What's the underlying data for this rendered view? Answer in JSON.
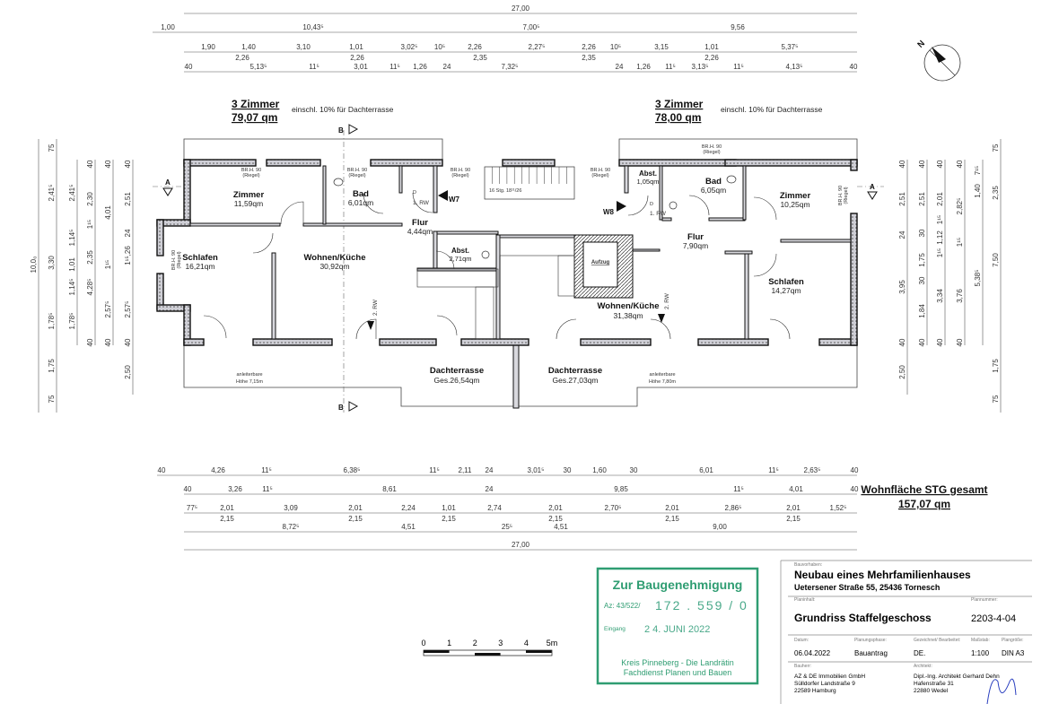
{
  "units": [
    {
      "title": "3 Zimmer",
      "area": "79,07 qm",
      "note": "einschl. 10% für Dachterrasse"
    },
    {
      "title": "3 Zimmer",
      "area": "78,00 qm",
      "note": "einschl. 10% für Dachterrasse"
    }
  ],
  "rooms_left": {
    "zimmer": {
      "name": "Zimmer",
      "area": "11,59qm"
    },
    "bad": {
      "name": "Bad",
      "area": "6,01qm"
    },
    "flur": {
      "name": "Flur",
      "area": "4,44qm"
    },
    "abst": {
      "name": "Abst.",
      "area": "2,71qm"
    },
    "schlafen": {
      "name": "Schlafen",
      "area": "16,21qm"
    },
    "wohnen": {
      "name": "Wohnen/Küche",
      "area": "30,92qm"
    },
    "terrasse": {
      "name": "Dachterrasse",
      "area": "Ges.26,54qm"
    },
    "height": {
      "l1": "anleiterbare",
      "l2": "Höhe 7,15m"
    }
  },
  "rooms_right": {
    "abst": {
      "name": "Abst.",
      "area": "1,05qm"
    },
    "bad": {
      "name": "Bad",
      "area": "6,05qm"
    },
    "zimmer": {
      "name": "Zimmer",
      "area": "10,25qm"
    },
    "flur": {
      "name": "Flur",
      "area": "7,90qm"
    },
    "schlafen": {
      "name": "Schlafen",
      "area": "14,27qm"
    },
    "wohnen": {
      "name": "Wohnen/Küche",
      "area": "31,38qm"
    },
    "aufzug": "Aufzug",
    "terrasse": {
      "name": "Dachterrasse",
      "area": "Ges.27,03qm"
    },
    "height": {
      "l1": "anleiterbare",
      "l2": "Höhe 7,80m"
    }
  },
  "annotations": {
    "brh": "BR.H. 90",
    "riegel": "(Riegel)",
    "stairs": "16 Stg. 18¹¹/26",
    "rw1": "1. RW",
    "rw2": "2. RW",
    "door": "D",
    "w7": "W7",
    "w8": "W8",
    "section_a": "A",
    "section_b": "B",
    "north": "N"
  },
  "dims": {
    "top": [
      [
        "27,00"
      ],
      [
        "1,00",
        "10,43⁵",
        "7,00⁵",
        "9,56"
      ],
      [
        "1,90",
        "1,40",
        "3,10",
        "1,01",
        "3,02⁵",
        "10⁵",
        "2,26",
        "2,27⁵",
        "2,26",
        "10⁵",
        "3,15",
        "1,01",
        "5,37⁵"
      ],
      [
        "2,26",
        "2,26",
        "2,35",
        "2,35",
        "2,26"
      ],
      [
        "40",
        "5,13⁵",
        "11⁵",
        "3,01",
        "11⁵",
        "1,26",
        "24",
        "7,32⁵",
        "24",
        "1,26",
        "11⁵",
        "3,13⁵",
        "11⁵",
        "4,13⁵",
        "40"
      ]
    ],
    "bottom": [
      [
        "40",
        "4,26",
        "11⁵",
        "6,38⁵",
        "11⁵",
        "2,11",
        "24",
        "3,01⁵",
        "30",
        "1,60",
        "30",
        "6,01",
        "11⁵",
        "2,63⁵",
        "40"
      ],
      [
        "40",
        "3,26",
        "11⁵",
        "8,61",
        "24",
        "9,85",
        "11⁵",
        "4,01",
        "40"
      ],
      [
        "77⁵",
        "2,01",
        "3,09",
        "2,01",
        "2,24",
        "1,01",
        "2,74",
        "2,01",
        "2,70⁵",
        "2,01",
        "2,86⁵",
        "2,01",
        "1,52⁵"
      ],
      [
        "2,15",
        "2,15",
        "2,15",
        "2,15",
        "2,15",
        "2,15"
      ],
      [
        "8,72⁵",
        "4,51",
        "25⁵",
        "4,51",
        "9,00"
      ],
      [
        "27,00"
      ]
    ],
    "left": [
      [
        "10,0₀"
      ],
      [
        "75",
        "2,41⁵",
        "3,30",
        "1,78⁵",
        "1,75",
        "75"
      ],
      [
        "2,41⁵",
        "1,14⁵",
        "1,01",
        "1,14⁵",
        "1,78⁵"
      ],
      [
        "40",
        "2,30",
        "1¹⁵",
        "2,35",
        "4,28⁵",
        "40"
      ],
      [
        "40",
        "4,01",
        "1¹⁵",
        "2,57⁵",
        "40"
      ],
      [
        "40",
        "2,51",
        "24",
        "1¹⁵,26",
        "2,57⁵",
        "40",
        "2,50"
      ]
    ],
    "right": [
      [
        "40",
        "2,51",
        "24",
        "3,95",
        "40",
        "2,50"
      ],
      [
        "40",
        "2,51",
        "30",
        "1,75",
        "30",
        "1,84",
        "40"
      ],
      [
        "40",
        "2,01",
        "1¹⁵",
        "1,12",
        "1¹⁵",
        "3,34",
        "40"
      ],
      [
        "40",
        "2,82⁵",
        "1¹⁵",
        "3,76",
        "40"
      ],
      [
        "7¹⁵",
        "1,40",
        "5,38⁵"
      ],
      [
        "75",
        "2,35",
        "7,50",
        "1,75",
        "75"
      ]
    ]
  },
  "scale_bar": [
    "0",
    "1",
    "2",
    "3",
    "4",
    "5m"
  ],
  "total": {
    "label": "Wohnfläche STG gesamt",
    "value": "157,07 qm"
  },
  "stamp": {
    "title": "Zur Baugenehmigung",
    "az_label": "Az: 43/522/",
    "az": "172 . 559 / 0",
    "date_label": "Eingang",
    "date": "2 4. JUNI 2022",
    "org1": "Kreis Pinneberg - Die Landrätin",
    "org2": "Fachdienst Planen und Bauen"
  },
  "title_block": {
    "project_label": "Bauvorhaben:",
    "project": "Neubau eines Mehrfamilienhauses",
    "address": "Uetersener Straße 55, 25436 Tornesch",
    "content_label": "Planinhalt:",
    "content": "Grundriss Staffelgeschoss",
    "number_label": "Plannummer:",
    "number": "2203-4-04",
    "date_label": "Datum:",
    "date": "06.04.2022",
    "phase_label": "Planungsphase:",
    "phase": "Bauantrag",
    "drawn_label": "Gezeichnet/ Bearbeitet:",
    "drawn": "DE.",
    "scale_label": "Maßstab:",
    "scale": "1:100",
    "size_label": "Plangröße:",
    "size": "DIN A3",
    "client_label": "Bauherr:",
    "client": [
      "AZ & DE Immobilien GmbH",
      "Sülldorfer Landstraße 9",
      "22589 Hamburg"
    ],
    "architect_label": "Architekt:",
    "architect": [
      "Dipl.-Ing. Architekt Gerhard Dehn",
      "Hafenstraße 31",
      "22880 Wedel"
    ]
  }
}
